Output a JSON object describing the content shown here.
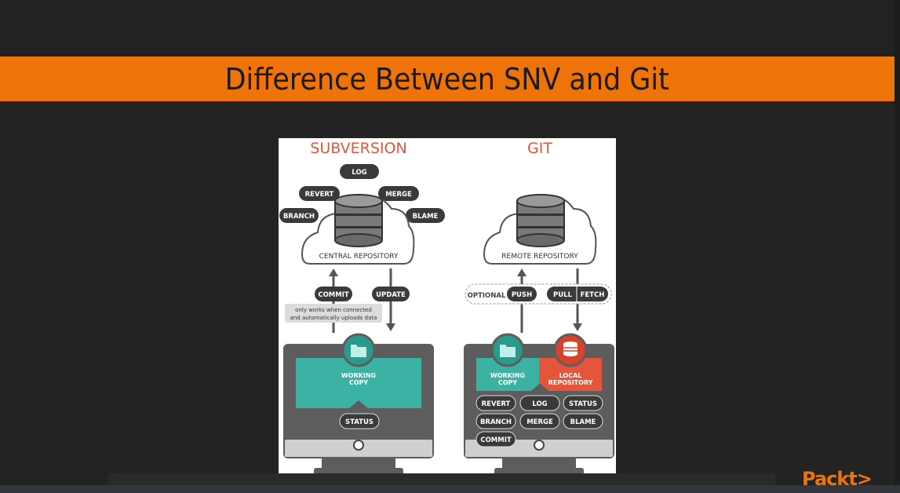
{
  "slide": {
    "title": "Difference Between SNV and Git",
    "accent_color": "#ee7308",
    "background_color": "#232323",
    "brand": "Packt>"
  },
  "diagram": {
    "left_title": "SUBVERSION",
    "right_title": "GIT",
    "title_color": "#e5553b",
    "svn": {
      "repo_label": "CENTRAL REPOSITORY",
      "ops_above": [
        "LOG",
        "REVERT",
        "MERGE",
        "BRANCH",
        "BLAME"
      ],
      "commit_label": "COMMIT",
      "update_label": "UPDATE",
      "note_line1": "only works when connected",
      "note_line2": "and automatically uploads data",
      "working_copy_line1": "WORKING",
      "working_copy_line2": "COPY",
      "status_label": "STATUS"
    },
    "git": {
      "repo_label": "REMOTE REPOSITORY",
      "optional_label": "OPTIONAL",
      "push_label": "PUSH",
      "pull_label": "PULL",
      "fetch_label": "FETCH",
      "working_copy_line1": "WORKING",
      "working_copy_line2": "COPY",
      "local_repo_line1": "LOCAL",
      "local_repo_line2": "REPOSITORY",
      "ops": [
        "REVERT",
        "LOG",
        "STATUS",
        "BRANCH",
        "MERGE",
        "BLAME",
        "COMMIT"
      ]
    },
    "colors": {
      "teal": "#3bb3a4",
      "teal_dark": "#2a9a8c",
      "red": "#e5553b",
      "pill": "#3a3a3a",
      "monitor": "#5d5d5d"
    }
  }
}
